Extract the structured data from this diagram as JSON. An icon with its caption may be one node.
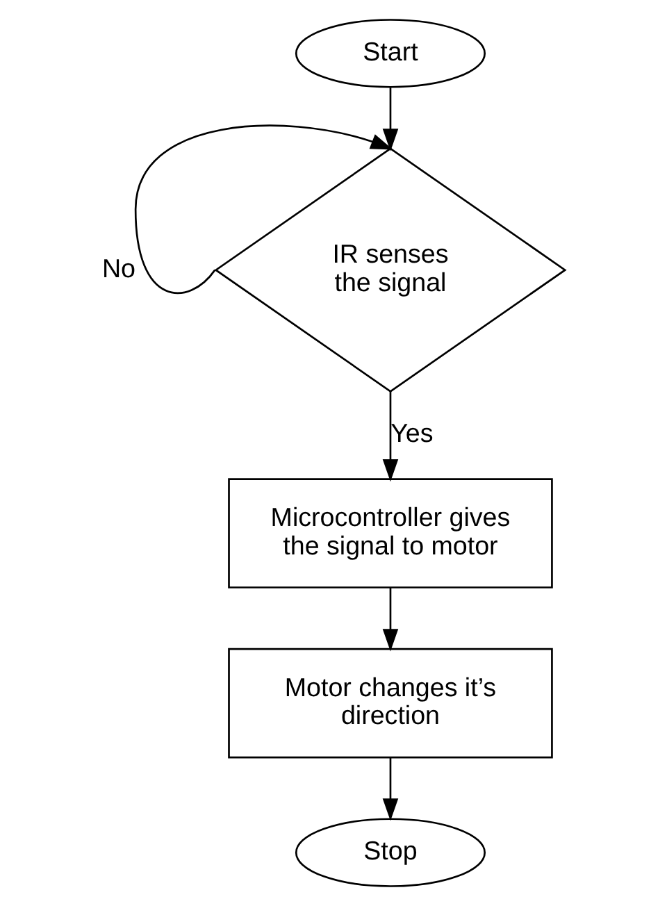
{
  "diagram": {
    "nodes": [
      {
        "text": [
          "Start"
        ]
      },
      {
        "text": [
          "IR senses the signal"
        ]
      },
      {
        "text": [
          "Microcontroller gives the signal to motor"
        ]
      },
      {
        "text": [
          "Motor changes it’s direction"
        ]
      },
      {
        "text": [
          "Stop"
        ]
      }
    ],
    "edges": [
      {
        "from": 0,
        "to": 1,
        "arrow": "to"
      },
      {
        "from": 1,
        "to": 1,
        "arrow": "to",
        "label": "No"
      },
      {
        "from": 1,
        "to": 2,
        "arrow": "to",
        "label": "Yes"
      },
      {
        "from": 2,
        "to": 3,
        "arrow": "to"
      },
      {
        "from": 3,
        "to": 4,
        "arrow": "to"
      }
    ]
  }
}
